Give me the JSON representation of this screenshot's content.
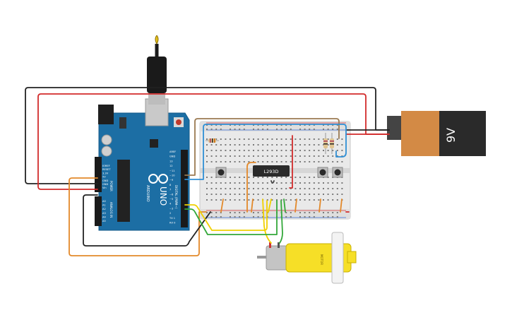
{
  "chip": {
    "label": "L293D"
  },
  "battery": {
    "label": "9V"
  },
  "arduino": {
    "brand": "ARDUINO",
    "model": "UNO",
    "header_digital": "DIGITAL (PWM~)",
    "header_power": "POWER",
    "header_analog": "ANALOG IN",
    "power_pins": [
      "IOREF",
      "RESET",
      "3.3V",
      "5V",
      "GND",
      "GND",
      "Vin"
    ],
    "analog_pins": [
      "A0",
      "A1",
      "A2",
      "A3",
      "A4",
      "A5"
    ],
    "top_pins": [
      "AREF",
      "GND",
      "13",
      "12",
      "~11",
      "~10",
      "~9",
      "8",
      "7",
      "~6",
      "~5",
      "4",
      "~3",
      "2",
      "TX 1",
      "RX 0"
    ]
  },
  "motor": {
    "label": "MOTOR"
  },
  "colors": {
    "wire_black": "#222222",
    "wire_red": "#d22b2b",
    "wire_orange": "#e3892a",
    "wire_yellow": "#f0d000",
    "wire_green": "#33a83a",
    "wire_blue": "#2f8fd5",
    "wire_brown": "#9b7a52",
    "arduino_blue": "#1c6ea4",
    "battery_orange": "#d38a45",
    "motor_yellow": "#f6df27"
  }
}
